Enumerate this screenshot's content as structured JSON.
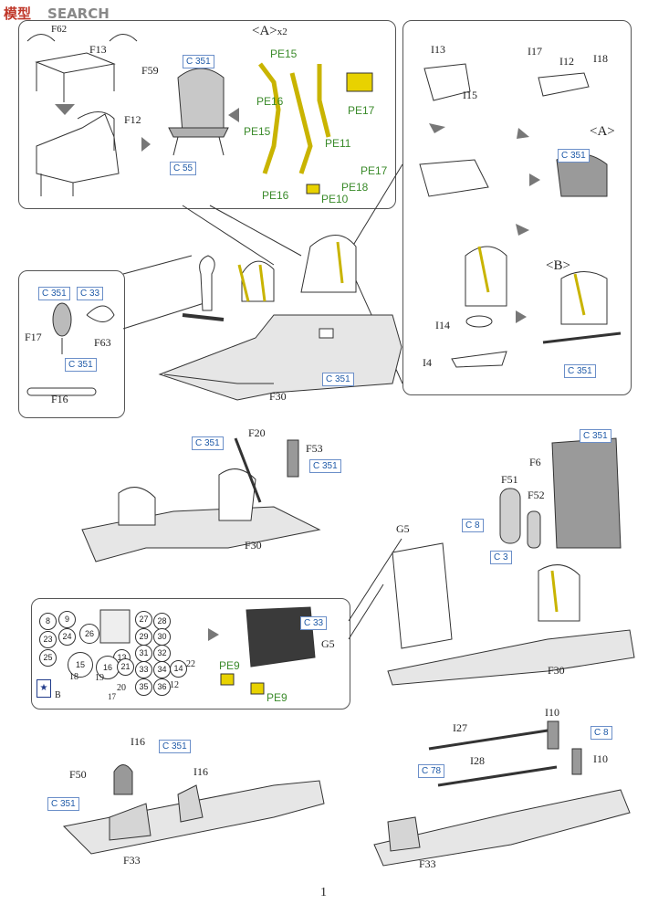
{
  "header": {
    "logo": "模型",
    "site": "SEARCH",
    "corner": "F62"
  },
  "footer": {
    "page": "1"
  },
  "labels": {
    "F13": "F13",
    "F59": "F59",
    "F12": "F12",
    "C351": "C 351",
    "C55": "C 55",
    "C33": "C 33",
    "C8": "C  8",
    "C3": "C  3",
    "C78": "C 78",
    "A_x2": "<A>",
    "x2": "x2",
    "PE15": "PE15",
    "PE16": "PE16",
    "PE17": "PE17",
    "PE11": "PE11",
    "PE18": "PE18",
    "PE10": "PE10",
    "PE9": "PE9",
    "I13": "I13",
    "I17": "I17",
    "I12": "I12",
    "I18": "I18",
    "I15": "I15",
    "A": "<A>",
    "B": "<B>",
    "I14": "I14",
    "I4": "I4",
    "F17": "F17",
    "F63": "F63",
    "F16": "F16",
    "F30": "F30",
    "F20": "F20",
    "F53": "F53",
    "F6": "F6",
    "F51": "F51",
    "F52": "F52",
    "G5": "G5",
    "I16": "I16",
    "F50": "F50",
    "F33": "F33",
    "I10": "I10",
    "I27": "I27",
    "I28": "I28",
    "Bmark": "B"
  },
  "decals": [
    "8",
    "9",
    "23",
    "24",
    "26",
    "27",
    "28",
    "29",
    "30",
    "25",
    "15",
    "13",
    "16",
    "21",
    "31",
    "32",
    "33",
    "34",
    "14",
    "22",
    "18",
    "19",
    "20",
    "35",
    "36",
    "12",
    "17"
  ]
}
